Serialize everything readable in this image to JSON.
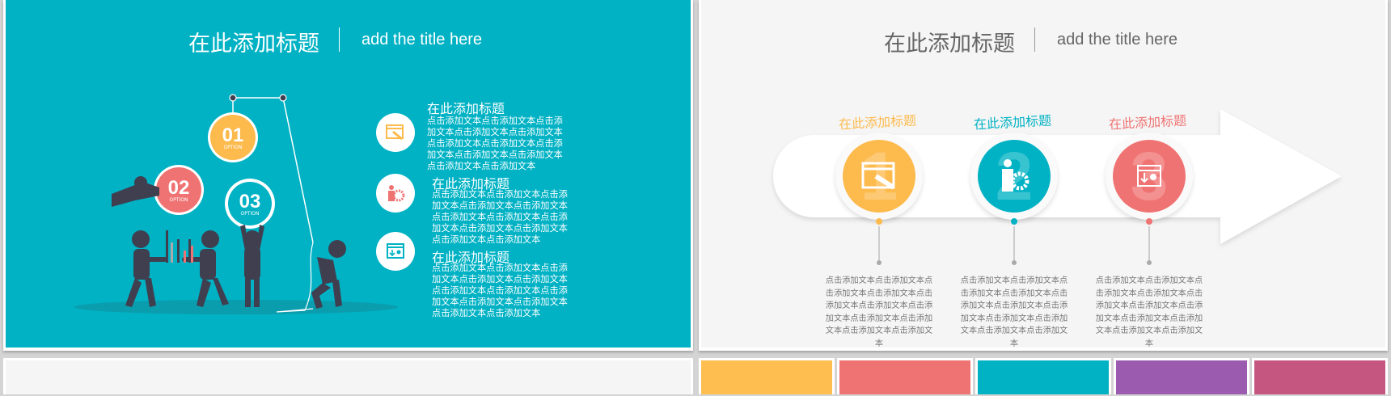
{
  "slide1": {
    "title_cn": "在此添加标题",
    "title_en": "add the title here",
    "options": [
      {
        "num": "01",
        "label": "OPTION",
        "color": "#FDBA4D"
      },
      {
        "num": "02",
        "label": "OPTION",
        "color": "#F07373"
      },
      {
        "num": "03",
        "label": "OPTION",
        "color": "#00B2C4"
      }
    ],
    "items": [
      {
        "icon": "wrench-window-icon",
        "title": "在此添加标题",
        "body": "点击添加文本点击添加文本点击添加文本点击添加文本点击添加文本点击添加文本点击添加文本点击添加文本点击添加文本点击添加文本点击添加文本点击添加文本"
      },
      {
        "icon": "person-gear-icon",
        "title": "在此添加标题",
        "body": "点击添加文本点击添加文本点击添加文本点击添加文本点击添加文本点击添加文本点击添加文本点击添加文本点击添加文本点击添加文本点击添加文本点击添加文本"
      },
      {
        "icon": "download-settings-icon",
        "title": "在此添加标题",
        "body": "点击添加文本点击添加文本点击添加文本点击添加文本点击添加文本点击添加文本点击添加文本点击添加文本点击添加文本点击添加文本点击添加文本点击添加文本"
      }
    ]
  },
  "slide2": {
    "title_cn": "在此添加标题",
    "title_en": "add the title here",
    "steps": [
      {
        "num": "1",
        "icon": "wrench-window-icon",
        "title": "在此添加标题",
        "color": "#FDBA4D",
        "body": "点击添加文本点击添加文本点击添加文本点击添加文本点击添加文本点击添加文本点击添加文本点击添加文本点击添加文本点击添加文本点击添加文本"
      },
      {
        "num": "2",
        "icon": "person-gear-icon",
        "title": "在此添加标题",
        "color": "#00B2C4",
        "body": "点击添加文本点击添加文本点击添加文本点击添加文本点击添加文本点击添加文本点击添加文本点击添加文本点击添加文本点击添加文本点击添加文本"
      },
      {
        "num": "3",
        "icon": "download-settings-icon",
        "title": "在此添加标题",
        "color": "#F07373",
        "body": "点击添加文本点击添加文本点击添加文本点击添加文本点击添加文本点击添加文本点击添加文本点击添加文本点击添加文本点击添加文本点击添加文本"
      }
    ]
  },
  "thumbnails": {
    "colors": [
      "#FFBE50",
      "#F07373",
      "#00B2C4",
      "#9B5CB0",
      "#C45680"
    ]
  }
}
